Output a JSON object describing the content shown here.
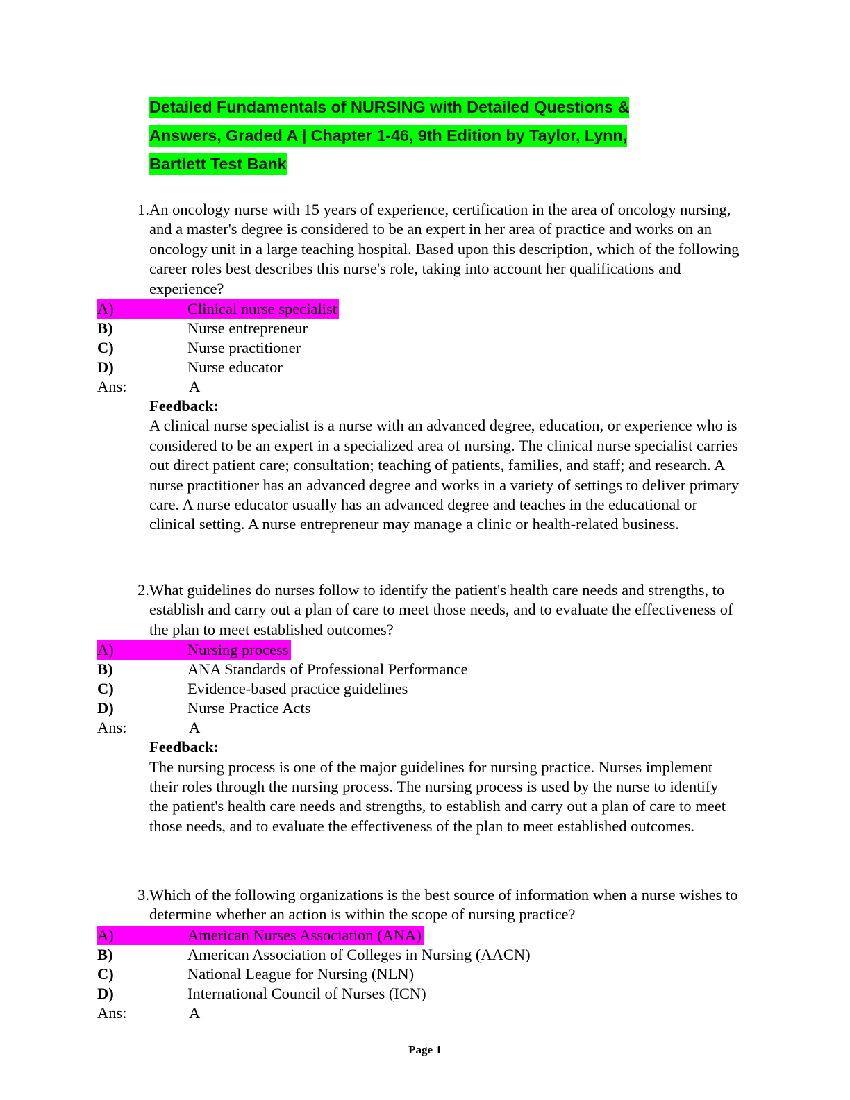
{
  "document": {
    "title_lines": [
      "Detailed Fundamentals of NURSING with Detailed Questions &",
      "Answers, Graded A | Chapter 1-46, 9th Edition by Taylor, Lynn,",
      "Bartlett Test Bank"
    ],
    "title_highlight_color": "#00ff00",
    "answer_highlight_color": "#ff00ff",
    "footer": "Page 1"
  },
  "labels": {
    "ans_label": "Ans:",
    "feedback_label": "Feedback:"
  },
  "questions": [
    {
      "number": "1.",
      "stem": "An oncology nurse with 15 years of experience, certification in the area of oncology nursing, and a master's degree is considered to be an expert in her area of practice and works on an oncology unit in a large teaching hospital. Based upon this description, which of the following career roles best describes this nurse's role, taking into account her qualifications and experience?",
      "options": [
        {
          "letter": "A)",
          "text": "Clinical nurse specialist",
          "highlighted": true
        },
        {
          "letter": "B)",
          "text": "Nurse entrepreneur",
          "highlighted": false
        },
        {
          "letter": "C)",
          "text": "Nurse practitioner",
          "highlighted": false
        },
        {
          "letter": "D)",
          "text": "Nurse educator",
          "highlighted": false
        }
      ],
      "answer": "A",
      "feedback": "A clinical nurse specialist is a nurse with an advanced degree, education, or experience who is considered to be an expert in a specialized area of nursing. The clinical nurse specialist carries out direct patient care; consultation; teaching of patients, families, and staff; and research. A nurse practitioner has an advanced degree and works in a variety of settings to deliver primary care. A nurse educator usually has an advanced degree and teaches in the educational or clinical setting. A nurse entrepreneur may manage a clinic or health-related business."
    },
    {
      "number": "2.",
      "stem": "What guidelines do nurses follow to identify the patient's health care needs and strengths, to establish and carry out a plan of care to meet those needs, and to evaluate the effectiveness of the plan to meet established outcomes?",
      "options": [
        {
          "letter": "A)",
          "text": "Nursing process",
          "highlighted": true
        },
        {
          "letter": "B)",
          "text": "ANA Standards of Professional Performance",
          "highlighted": false
        },
        {
          "letter": "C)",
          "text": "Evidence-based practice guidelines",
          "highlighted": false
        },
        {
          "letter": "D)",
          "text": "Nurse Practice Acts",
          "highlighted": false
        }
      ],
      "answer": "A",
      "feedback": "The nursing process is one of the major guidelines for nursing practice. Nurses implement their roles through the nursing process. The nursing process is used by the nurse to identify the patient's health care needs and strengths, to establish and carry out a plan of care to meet those needs, and to evaluate the effectiveness of the plan to meet established outcomes."
    },
    {
      "number": "3.",
      "stem": "Which of the following organizations is the best source of information when a nurse wishes to determine whether an action is within the scope of nursing practice?",
      "options": [
        {
          "letter": "A)",
          "text": "American Nurses Association (ANA)",
          "highlighted": true
        },
        {
          "letter": "B)",
          "text": "American Association of Colleges in Nursing (AACN)",
          "highlighted": false
        },
        {
          "letter": "C)",
          "text": "National League for Nursing (NLN)",
          "highlighted": false
        },
        {
          "letter": "D)",
          "text": "International Council of Nurses (ICN)",
          "highlighted": false
        }
      ],
      "answer": "A",
      "feedback": null
    }
  ]
}
